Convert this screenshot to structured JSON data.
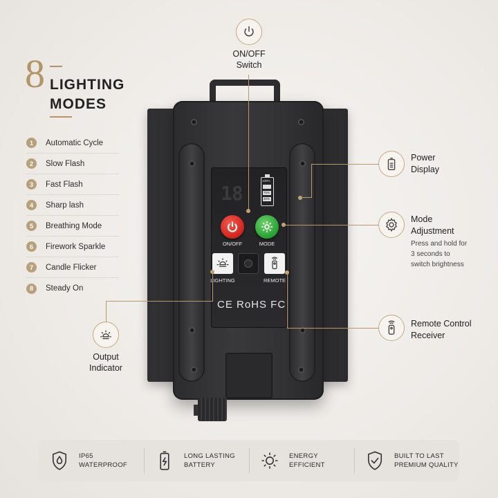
{
  "header": {
    "number": "8",
    "line1": "LIGHTING",
    "line2": "MODES"
  },
  "modes": [
    {
      "num": "1",
      "label": "Automatic Cycle"
    },
    {
      "num": "2",
      "label": "Slow Flash"
    },
    {
      "num": "3",
      "label": "Fast Flash"
    },
    {
      "num": "4",
      "label": "Sharp lash"
    },
    {
      "num": "5",
      "label": "Breathing Mode"
    },
    {
      "num": "6",
      "label": "Firework Sparkle"
    },
    {
      "num": "7",
      "label": "Candle Flicker"
    },
    {
      "num": "8",
      "label": "Steady On"
    }
  ],
  "callouts": {
    "onoff": {
      "line1": "ON/OFF",
      "line2": "Switch",
      "icon": "power-icon"
    },
    "power_display": {
      "line1": "Power",
      "line2": "Display",
      "icon": "battery-icon"
    },
    "mode_adjust": {
      "line1": "Mode",
      "line2": "Adjustment",
      "desc1": "Press and hold for",
      "desc2": "3 seconds to",
      "desc3": "switch brightness",
      "icon": "gear-icon"
    },
    "remote": {
      "line1": "Remote Control",
      "line2": "Receiver",
      "icon": "remote-icon"
    },
    "output": {
      "line1": "Output",
      "line2": "Indicator",
      "icon": "sun-icon"
    }
  },
  "device": {
    "display": "18",
    "battery_levels": [
      "100%",
      "70%",
      "30%"
    ],
    "power_label": "ON/OFF",
    "mode_label": "MODE",
    "lighting_label": "LIGHTING",
    "remote_label": "REMOTE",
    "certifications": "CE RoHS FC"
  },
  "features": [
    {
      "line1": "IP65",
      "line2": "WATERPROOF",
      "icon": "water-drop-shield-icon"
    },
    {
      "line1": "LONG LASTING",
      "line2": "BATTERY",
      "icon": "battery-icon"
    },
    {
      "line1": "ENERGY",
      "line2": "EFFICIENT",
      "icon": "sun-icon"
    },
    {
      "line1": "BUILT TO LAST",
      "line2": "PREMIUM QUALITY",
      "icon": "shield-check-icon"
    }
  ],
  "colors": {
    "accent": "#b39569",
    "power_button": "#d62a22",
    "mode_button": "#2fa83a",
    "device": "#333335"
  }
}
